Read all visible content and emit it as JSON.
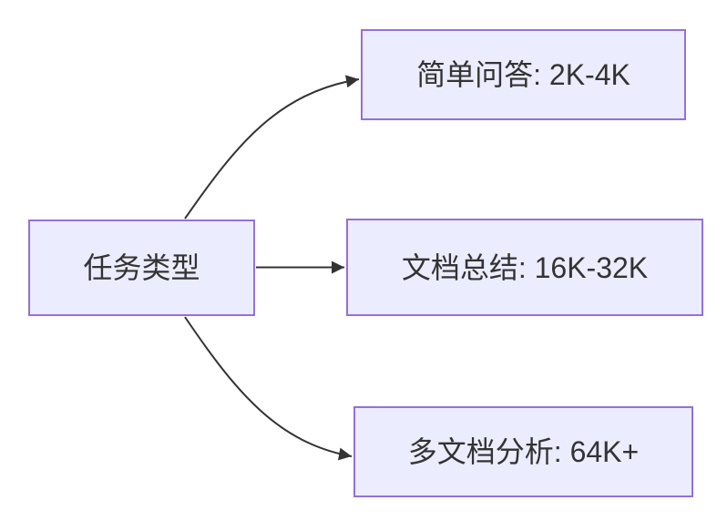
{
  "diagram": {
    "type": "flowchart",
    "direction": "left-to-right",
    "root": {
      "id": "task-type",
      "label": "任务类型"
    },
    "branches": [
      {
        "id": "simple-qa",
        "label": "简单问答: 2K-4K"
      },
      {
        "id": "doc-summary",
        "label": "文档总结: 16K-32K"
      },
      {
        "id": "multi-doc",
        "label": "多文档分析: 64K+"
      }
    ],
    "edges": [
      {
        "from": "task-type",
        "to": "simple-qa"
      },
      {
        "from": "task-type",
        "to": "doc-summary"
      },
      {
        "from": "task-type",
        "to": "multi-doc"
      }
    ],
    "colors": {
      "node_fill": "#ECECFF",
      "node_border": "#9370DB",
      "node_text": "#333333",
      "edge": "#333333",
      "background": "#FFFFFF"
    }
  }
}
